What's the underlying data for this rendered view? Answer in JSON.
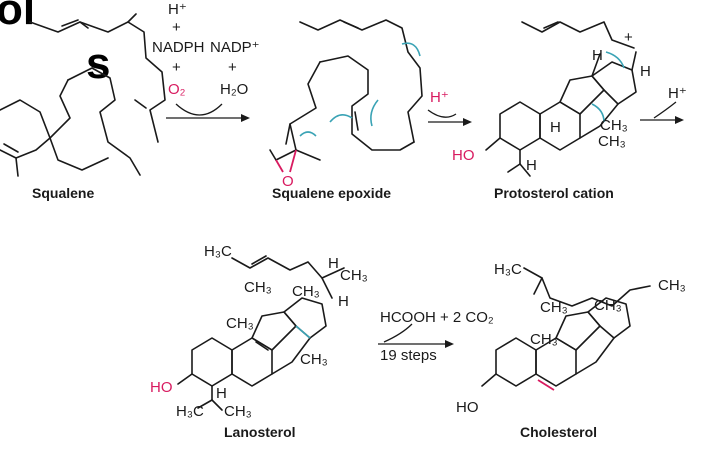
{
  "heading_fragments": {
    "line1": "ol",
    "line2": "s"
  },
  "colors": {
    "accent_red": "#d81b60",
    "accent_blue": "#3aa3b5",
    "ink": "#1a1a1a"
  },
  "step1": {
    "h_plus": "H⁺",
    "plus_top": "+",
    "nadph": "NADPH",
    "nadp_plus": "NADP⁺",
    "plus_left": "+",
    "plus_right": "+",
    "o2": "O₂",
    "h2o": "H₂O"
  },
  "step2": {
    "h_plus": "H⁺"
  },
  "step3": {
    "h_plus": "H⁺"
  },
  "step4": {
    "reagents": "HCOOH + 2 CO₂",
    "steps": "19 steps"
  },
  "molecules": {
    "squalene": {
      "name": "Squalene"
    },
    "squalene_epoxide": {
      "name": "Squalene epoxide"
    },
    "protosterol": {
      "name": "Protosterol cation",
      "charge": "+",
      "h_top": "H",
      "h_right": "H",
      "h_mid": "H",
      "ch3_mid": "CH₃",
      "ch3_low": "CH₃",
      "h_low": "H",
      "ho": "HO"
    },
    "lanosterol": {
      "name": "Lanosterol",
      "h3c_top": "H₃C",
      "h_side": "H",
      "ch3_side": "CH₃",
      "ch3_a": "CH₃",
      "ch3_b": "CH₃",
      "h_ring": "H",
      "ch3_c": "CH₃",
      "ch3_d": "CH₃",
      "ho": "HO",
      "h_low": "H",
      "h3c_low": "H₃C",
      "ch3_low": "CH₃"
    },
    "cholesterol": {
      "name": "Cholesterol",
      "h3c_top": "H₃C",
      "ch3_side": "CH₃",
      "ch3_a": "CH₃",
      "ch3_b": "CH₃",
      "ch3_c": "CH₃",
      "ho": "HO"
    }
  }
}
